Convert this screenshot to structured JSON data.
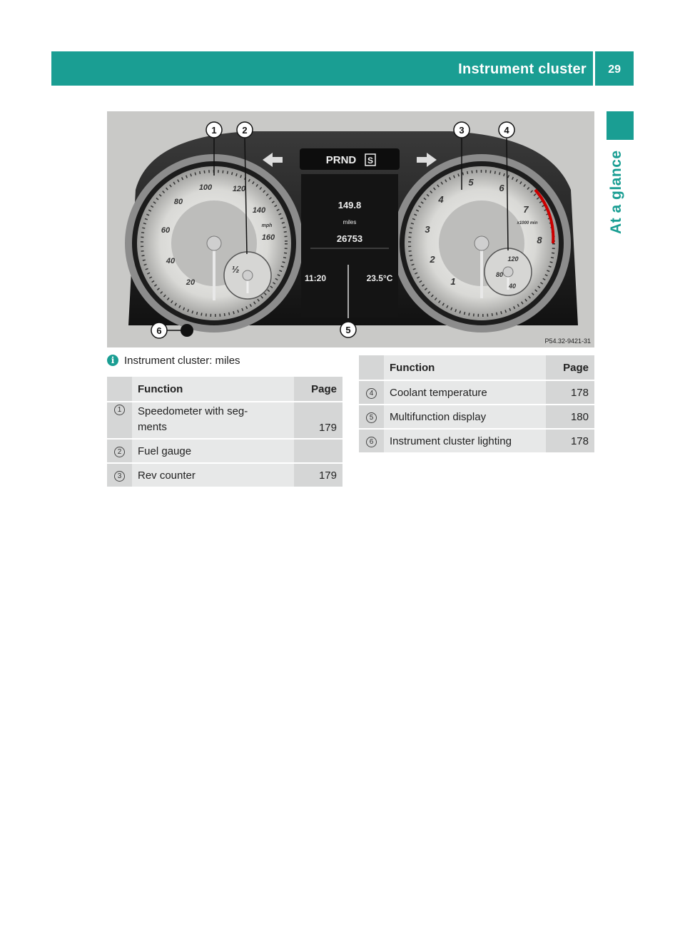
{
  "header": {
    "title": "Instrument cluster",
    "page_number": "29"
  },
  "side_tab": {
    "label": "At a glance"
  },
  "figure": {
    "image_code": "P54.32-9421-31",
    "callouts": [
      "1",
      "2",
      "3",
      "4",
      "5",
      "6"
    ],
    "display": {
      "gear": "PRND",
      "mode": "S",
      "trip": "149.8",
      "unit": "miles",
      "odometer": "26753",
      "time": "11:20",
      "temperature": "23.5°C"
    },
    "speed_labels": [
      "20",
      "40",
      "60",
      "80",
      "100",
      "120",
      "140",
      "160"
    ],
    "speed_unit": "mph",
    "rev_labels": [
      "1",
      "2",
      "3",
      "4",
      "5",
      "6",
      "7",
      "8"
    ],
    "rev_unit": "x1000 min",
    "fuel_half": "½",
    "coolant_labels": [
      "40",
      "80",
      "120"
    ]
  },
  "caption": {
    "icon": "info-icon",
    "text": "Instrument cluster: miles"
  },
  "table_left": {
    "headers": {
      "function": "Function",
      "page": "Page"
    },
    "rows": [
      {
        "num": "1",
        "function_line1": "Speedometer with seg-",
        "function_line2": "ments",
        "page": "179"
      },
      {
        "num": "2",
        "function": "Fuel gauge",
        "page": ""
      },
      {
        "num": "3",
        "function": "Rev counter",
        "page": "179"
      }
    ]
  },
  "table_right": {
    "headers": {
      "function": "Function",
      "page": "Page"
    },
    "rows": [
      {
        "num": "4",
        "function": "Coolant temperature",
        "page": "178"
      },
      {
        "num": "5",
        "function": "Multifunction display",
        "page": "180"
      },
      {
        "num": "6",
        "function": "Instrument cluster lighting",
        "page": "178"
      }
    ]
  },
  "colors": {
    "accent": "#1a9e93",
    "table_cell": "#e7e8e8",
    "table_cell_dark": "#d5d6d6"
  }
}
